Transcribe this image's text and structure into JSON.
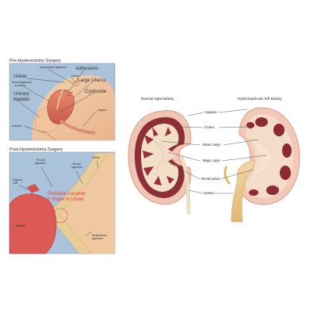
{
  "pre": {
    "title": "Pre-Hysterectomy Surgery",
    "labels": {
      "suspensory": "Suspensory ligament",
      "adhesions": "Adhesions",
      "ovary": "Ovary",
      "ureter": "Ureter",
      "large_uterus": "Large Uterus",
      "round1": "Round ligament",
      "round2": "of uterus",
      "cystocele": "Cystocele",
      "urinary1": "Urinary",
      "urinary2": "bladder",
      "vagina": "Vagina",
      "urethra": "Urethra"
    }
  },
  "post": {
    "title": "Post-Hysterectomy Surgery",
    "labels": {
      "round1": "Round",
      "round2": "ligament",
      "broad1": "Broad",
      "broad2": "ligament",
      "ureter": "Ureter",
      "vaginal1": "Vaginal",
      "vaginal2": "cuff",
      "probable1": "Probable Location",
      "probable2": "of Staple in Ureter",
      "bladder": "Bladder",
      "suspensory1": "Suspensory",
      "suspensory2": "ligament"
    }
  },
  "kidney": {
    "normal_title": "Normal right kidney",
    "hydro_title": "Hydronephrotic left kidney",
    "labels": {
      "capsule": "Capsule",
      "cortex": "Cortex",
      "minor_calyx": "Minor calyx",
      "major_calyx": "Major calyx",
      "renal_pelvis": "Renal pelvis",
      "ureter": "Ureter"
    }
  }
}
